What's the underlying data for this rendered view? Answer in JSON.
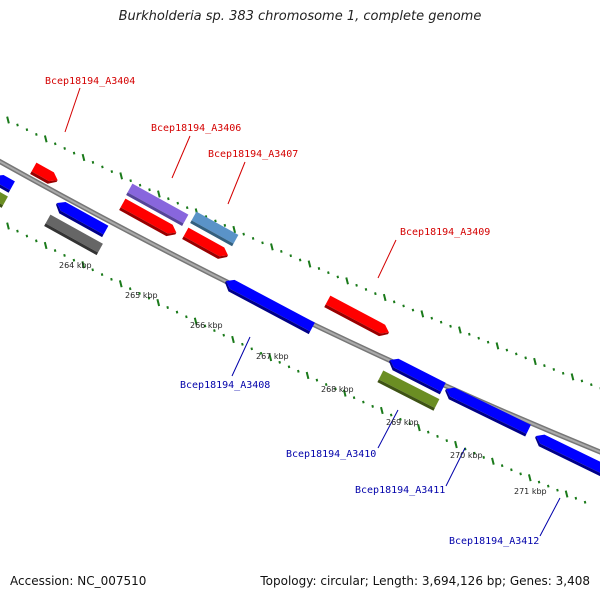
{
  "title": "Burkholderia sp. 383 chromosome 1, complete genome",
  "footer": {
    "accession": "Accession: NC_007510",
    "summary": "Topology: circular; Length: 3,694,126 bp; Genes: 3,408"
  },
  "colors": {
    "backbone": "#888888",
    "tick": "#1a7a1a",
    "forward_label": "#d40000",
    "reverse_label": "#0000aa"
  },
  "scale_labels": [
    "264 kbp",
    "265 kbp",
    "266 kbp",
    "267 kbp",
    "268 kbp",
    "269 kbp",
    "270 kbp",
    "271 kbp"
  ],
  "gene_labels": {
    "forward": [
      "Bcep18194_A3404",
      "Bcep18194_A3406",
      "Bcep18194_A3407",
      "Bcep18194_A3409"
    ],
    "reverse": [
      "Bcep18194_A3408",
      "Bcep18194_A3410",
      "Bcep18194_A3411",
      "Bcep18194_A3412"
    ]
  }
}
